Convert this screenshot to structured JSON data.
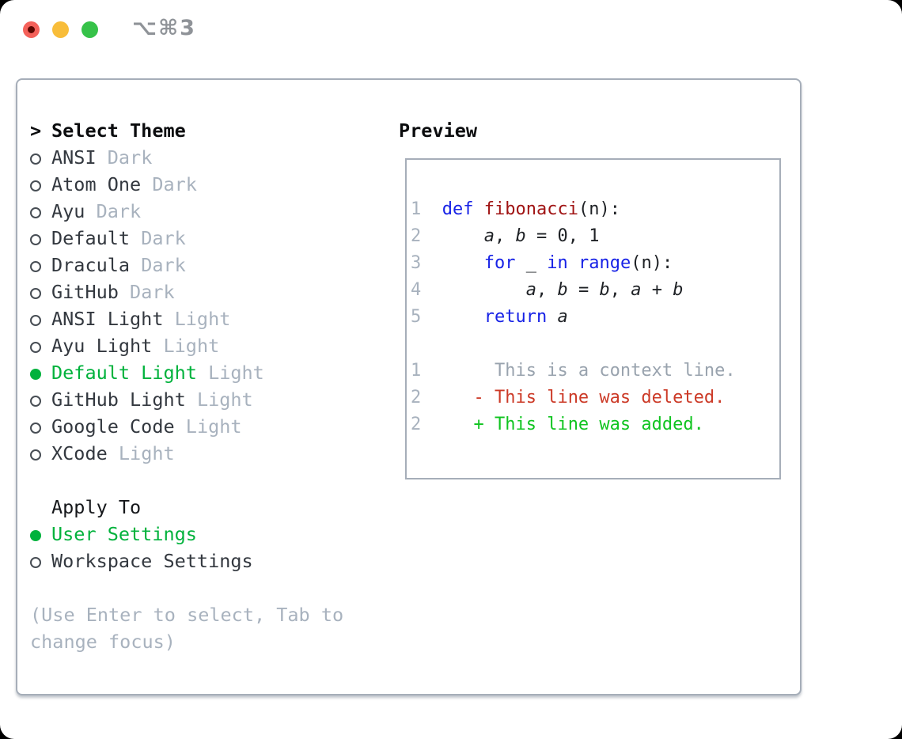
{
  "titlebar": {
    "title": "⌥⌘3"
  },
  "colors": {
    "selected_green": "#00b23c",
    "added_green": "#10c420",
    "deleted_red": "#cc3a27",
    "keyword_blue": "#1722e6",
    "function_red": "#a01414",
    "muted_gray": "#a8b2be",
    "context_gray": "#99a3ae",
    "text_dark": "#33383f",
    "header_black": "#0b0c0e",
    "border_gray": "#a6aeb9",
    "traffic_red": "#f4615a",
    "traffic_yellow": "#f8bd3a",
    "traffic_green": "#36c249",
    "titlebar_text": "#8f9398"
  },
  "panel": {
    "theme_list": {
      "prompt": ">",
      "header": "Select Theme",
      "items": [
        {
          "name": "ANSI",
          "tag": "Dark",
          "selected": false
        },
        {
          "name": "Atom One",
          "tag": "Dark",
          "selected": false
        },
        {
          "name": "Ayu",
          "tag": "Dark",
          "selected": false
        },
        {
          "name": "Default",
          "tag": "Dark",
          "selected": false
        },
        {
          "name": "Dracula",
          "tag": "Dark",
          "selected": false
        },
        {
          "name": "GitHub",
          "tag": "Dark",
          "selected": false
        },
        {
          "name": "ANSI Light",
          "tag": "Light",
          "selected": false
        },
        {
          "name": "Ayu Light",
          "tag": "Light",
          "selected": false
        },
        {
          "name": "Default Light",
          "tag": "Light",
          "selected": true
        },
        {
          "name": "GitHub Light",
          "tag": "Light",
          "selected": false
        },
        {
          "name": "Google Code",
          "tag": "Light",
          "selected": false
        },
        {
          "name": "XCode",
          "tag": "Light",
          "selected": false
        }
      ]
    },
    "apply_to": {
      "header": "Apply To",
      "items": [
        {
          "name": "User Settings",
          "selected": true
        },
        {
          "name": "Workspace Settings",
          "selected": false
        }
      ]
    },
    "help": [
      "(Use Enter to select, Tab to",
      "change focus)"
    ],
    "preview": {
      "header": "Preview",
      "lines": [
        [
          {
            "s": "num",
            "t": "1  "
          },
          {
            "s": "kw",
            "t": "def "
          },
          {
            "s": "fn",
            "t": "fibonacci"
          },
          {
            "s": "pl",
            "t": "(n):"
          }
        ],
        [
          {
            "s": "num",
            "t": "2  "
          },
          {
            "s": "pl",
            "t": "    "
          },
          {
            "s": "var",
            "t": "a"
          },
          {
            "s": "pl",
            "t": ", "
          },
          {
            "s": "var",
            "t": "b"
          },
          {
            "s": "pl",
            "t": " = 0, 1"
          }
        ],
        [
          {
            "s": "num",
            "t": "3  "
          },
          {
            "s": "pl",
            "t": "    "
          },
          {
            "s": "kw",
            "t": "for"
          },
          {
            "s": "pl",
            "t": " _ "
          },
          {
            "s": "kw",
            "t": "in"
          },
          {
            "s": "pl",
            "t": " "
          },
          {
            "s": "kw",
            "t": "range"
          },
          {
            "s": "pl",
            "t": "(n):"
          }
        ],
        [
          {
            "s": "num",
            "t": "4  "
          },
          {
            "s": "pl",
            "t": "        "
          },
          {
            "s": "var",
            "t": "a"
          },
          {
            "s": "pl",
            "t": ", "
          },
          {
            "s": "var",
            "t": "b"
          },
          {
            "s": "pl",
            "t": " = "
          },
          {
            "s": "var",
            "t": "b"
          },
          {
            "s": "pl",
            "t": ", "
          },
          {
            "s": "var",
            "t": "a"
          },
          {
            "s": "pl",
            "t": " + "
          },
          {
            "s": "var",
            "t": "b"
          }
        ],
        [
          {
            "s": "num",
            "t": "5  "
          },
          {
            "s": "pl",
            "t": "    "
          },
          {
            "s": "kw",
            "t": "return"
          },
          {
            "s": "pl",
            "t": " "
          },
          {
            "s": "var",
            "t": "a"
          }
        ],
        [],
        [
          {
            "s": "num",
            "t": "1  "
          },
          {
            "s": "ctx",
            "t": "     This is a context line."
          }
        ],
        [
          {
            "s": "num",
            "t": "2  "
          },
          {
            "s": "del",
            "t": "   - This line was deleted."
          }
        ],
        [
          {
            "s": "num",
            "t": "2  "
          },
          {
            "s": "add",
            "t": "   + This line was added."
          }
        ]
      ]
    }
  }
}
